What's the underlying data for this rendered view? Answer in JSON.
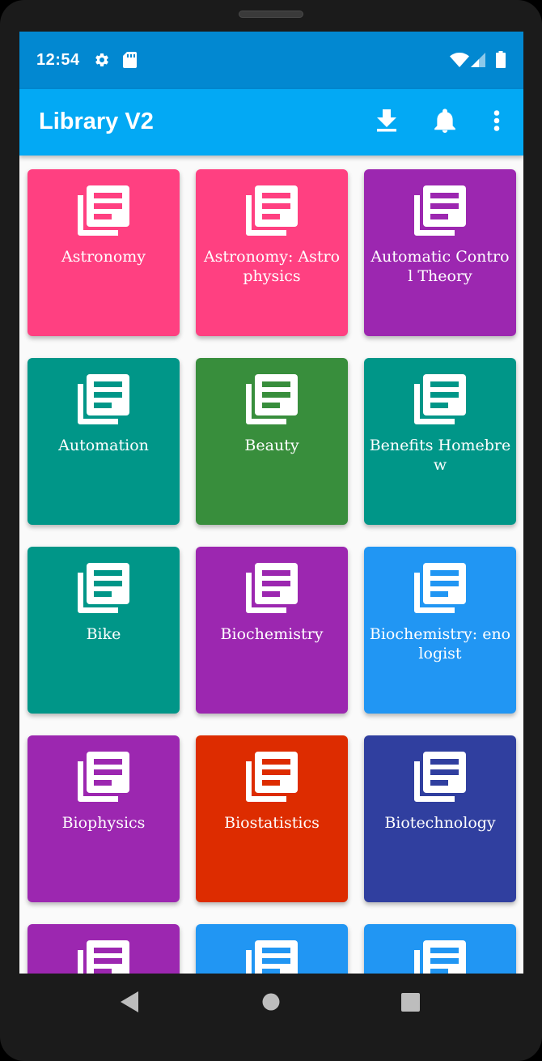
{
  "status_bar": {
    "time": "12:54",
    "icons": [
      "gear-icon",
      "sd-card-icon",
      "wifi-icon",
      "signal-icon",
      "battery-icon"
    ]
  },
  "app_bar": {
    "title": "Library V2",
    "actions": [
      "download-icon",
      "bell-icon",
      "more-vert-icon"
    ]
  },
  "tiles": [
    {
      "label": "Astronomy",
      "color": "#ff4081"
    },
    {
      "label": "Astronomy: Astrophysics",
      "color": "#ff4081"
    },
    {
      "label": "Automatic Control Theory",
      "color": "#9c27b0"
    },
    {
      "label": "Automation",
      "color": "#009688"
    },
    {
      "label": "Beauty",
      "color": "#388e3c"
    },
    {
      "label": "Benefits Homebrew",
      "color": "#009688"
    },
    {
      "label": "Bike",
      "color": "#009688"
    },
    {
      "label": "Biochemistry",
      "color": "#9c27b0"
    },
    {
      "label": "Biochemistry: enologist",
      "color": "#2196f3"
    },
    {
      "label": "Biophysics",
      "color": "#9c27b0"
    },
    {
      "label": "Biostatistics",
      "color": "#dd2c00"
    },
    {
      "label": "Biotechnology",
      "color": "#303f9f"
    },
    {
      "label": "",
      "color": "#9c27b0"
    },
    {
      "label": "",
      "color": "#2196f3"
    },
    {
      "label": "",
      "color": "#2196f3"
    }
  ],
  "nav": [
    "back-icon",
    "home-icon",
    "recents-icon"
  ]
}
